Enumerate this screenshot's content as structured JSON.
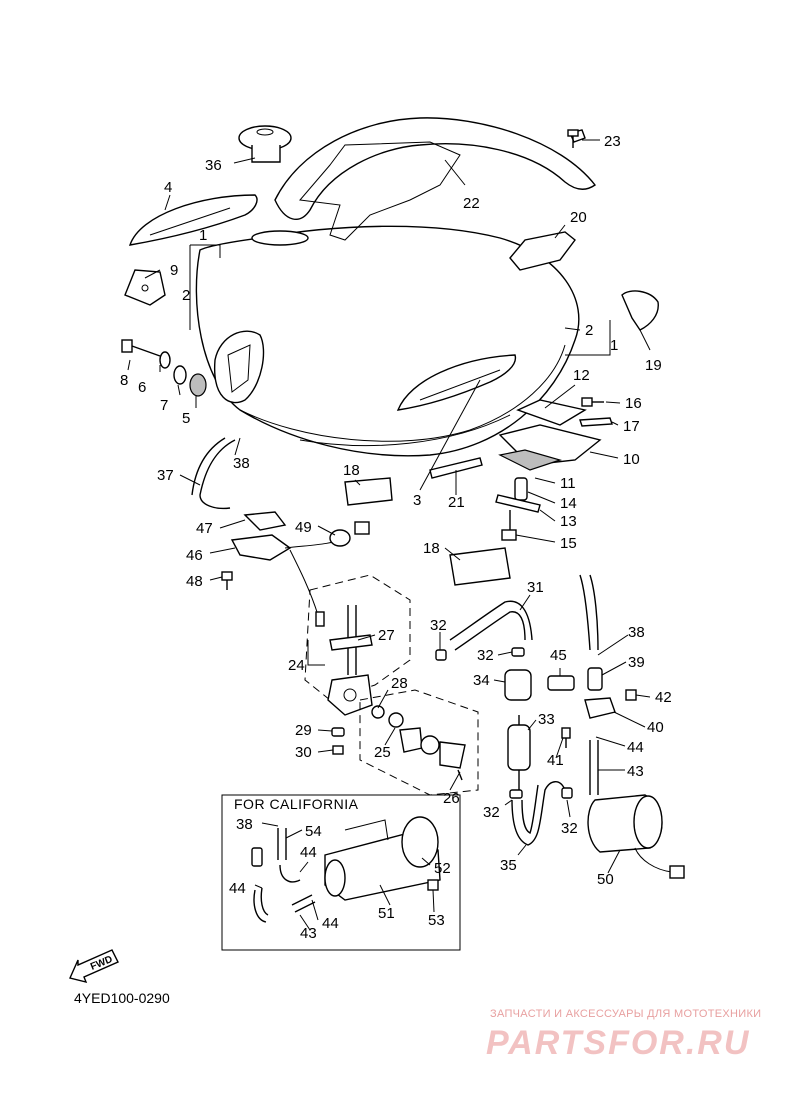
{
  "diagram": {
    "reference_code": "4YED100-0290",
    "inset_title": "FOR CALIFORNIA",
    "direction_label": "FWD",
    "watermark": {
      "tagline": "ЗАПЧАСТИ И АКСЕССУАРЫ ДЛЯ МОТОТЕХНИКИ",
      "brand": "PARTSFOR.RU"
    },
    "callouts": [
      {
        "id": "c1a",
        "text": "1"
      },
      {
        "id": "c1b",
        "text": "1"
      },
      {
        "id": "c2a",
        "text": "2"
      },
      {
        "id": "c2b",
        "text": "2"
      },
      {
        "id": "c3",
        "text": "3"
      },
      {
        "id": "c4",
        "text": "4"
      },
      {
        "id": "c5",
        "text": "5"
      },
      {
        "id": "c6",
        "text": "6"
      },
      {
        "id": "c7",
        "text": "7"
      },
      {
        "id": "c8",
        "text": "8"
      },
      {
        "id": "c9",
        "text": "9"
      },
      {
        "id": "c10",
        "text": "10"
      },
      {
        "id": "c11",
        "text": "11"
      },
      {
        "id": "c12",
        "text": "12"
      },
      {
        "id": "c13",
        "text": "13"
      },
      {
        "id": "c14",
        "text": "14"
      },
      {
        "id": "c15",
        "text": "15"
      },
      {
        "id": "c16",
        "text": "16"
      },
      {
        "id": "c17",
        "text": "17"
      },
      {
        "id": "c18a",
        "text": "18"
      },
      {
        "id": "c18b",
        "text": "18"
      },
      {
        "id": "c19",
        "text": "19"
      },
      {
        "id": "c20",
        "text": "20"
      },
      {
        "id": "c21",
        "text": "21"
      },
      {
        "id": "c22",
        "text": "22"
      },
      {
        "id": "c23",
        "text": "23"
      },
      {
        "id": "c24",
        "text": "24"
      },
      {
        "id": "c25",
        "text": "25"
      },
      {
        "id": "c26",
        "text": "26"
      },
      {
        "id": "c27",
        "text": "27"
      },
      {
        "id": "c28",
        "text": "28"
      },
      {
        "id": "c29",
        "text": "29"
      },
      {
        "id": "c30",
        "text": "30"
      },
      {
        "id": "c31",
        "text": "31"
      },
      {
        "id": "c32a",
        "text": "32"
      },
      {
        "id": "c32b",
        "text": "32"
      },
      {
        "id": "c32c",
        "text": "32"
      },
      {
        "id": "c32d",
        "text": "32"
      },
      {
        "id": "c33",
        "text": "33"
      },
      {
        "id": "c34",
        "text": "34"
      },
      {
        "id": "c35",
        "text": "35"
      },
      {
        "id": "c36",
        "text": "36"
      },
      {
        "id": "c37",
        "text": "37"
      },
      {
        "id": "c38a",
        "text": "38"
      },
      {
        "id": "c38b",
        "text": "38"
      },
      {
        "id": "c38c",
        "text": "38"
      },
      {
        "id": "c39",
        "text": "39"
      },
      {
        "id": "c40",
        "text": "40"
      },
      {
        "id": "c41",
        "text": "41"
      },
      {
        "id": "c42",
        "text": "42"
      },
      {
        "id": "c43a",
        "text": "43"
      },
      {
        "id": "c43b",
        "text": "43"
      },
      {
        "id": "c44a",
        "text": "44"
      },
      {
        "id": "c44b",
        "text": "44"
      },
      {
        "id": "c44c",
        "text": "44"
      },
      {
        "id": "c44d",
        "text": "44"
      },
      {
        "id": "c45",
        "text": "45"
      },
      {
        "id": "c46",
        "text": "46"
      },
      {
        "id": "c47",
        "text": "47"
      },
      {
        "id": "c48",
        "text": "48"
      },
      {
        "id": "c49",
        "text": "49"
      },
      {
        "id": "c50",
        "text": "50"
      },
      {
        "id": "c51",
        "text": "51"
      },
      {
        "id": "c52",
        "text": "52"
      },
      {
        "id": "c53",
        "text": "53"
      },
      {
        "id": "c54",
        "text": "54"
      }
    ]
  }
}
